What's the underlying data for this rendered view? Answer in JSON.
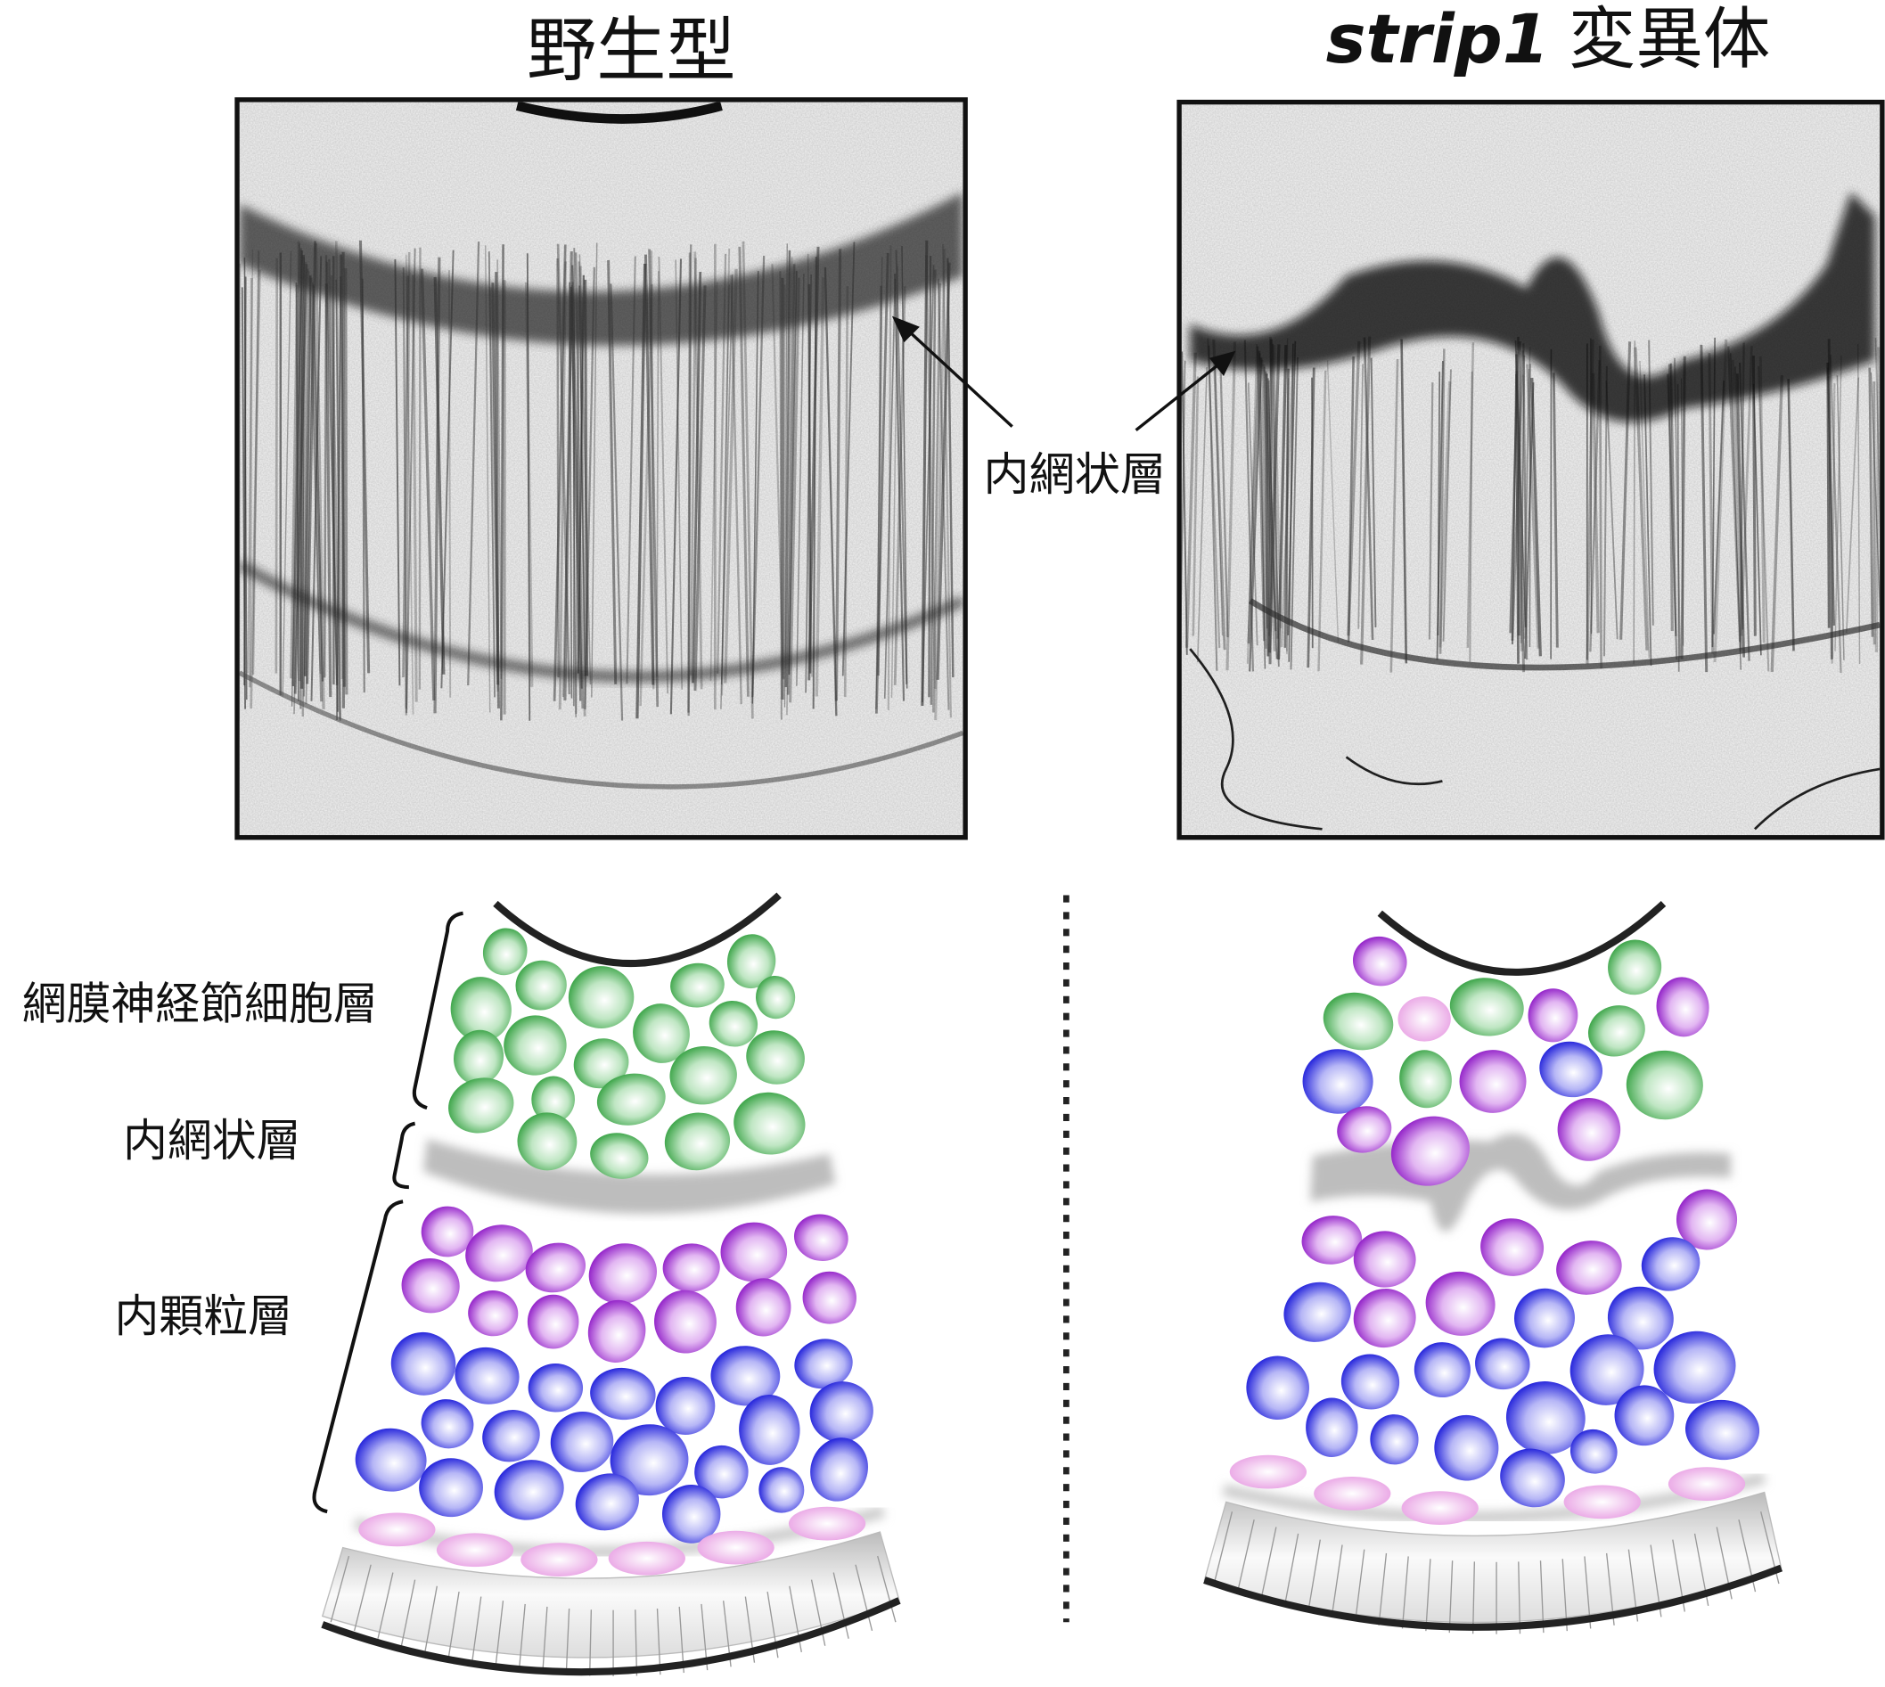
{
  "titles": {
    "wildtype": "野生型",
    "mutant_gene": "strip1",
    "mutant_suffix": "変異体"
  },
  "micrograph_label": "内網状層",
  "diagram_labels": {
    "gcl": "網膜神経節細胞層",
    "ipl": "内網状層",
    "inl": "内顆粒層"
  },
  "colors": {
    "ganglion": "#2f9e3c",
    "amacrine": "#9a1fd0",
    "bipolar": "#1b1be0",
    "horizontal": "#e79be2",
    "ipl": "#bdbdbd"
  }
}
